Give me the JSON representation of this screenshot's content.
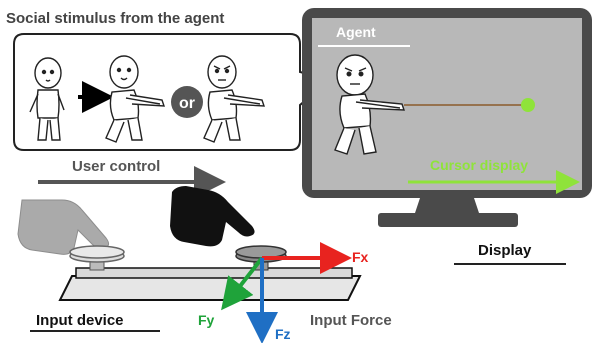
{
  "labels": {
    "social_title": "Social stimulus from the agent",
    "or": "or",
    "user_control": "User control",
    "agent": "Agent",
    "cursor_display": "Cursor display",
    "display": "Display",
    "input_device": "Input device",
    "input_force": "Input Force",
    "fx": "Fx",
    "fy": "Fy",
    "fz": "Fz"
  },
  "colors": {
    "monitor_frame": "#4a4a4a",
    "screen": "#b8b8b8",
    "cursor": "#8fe33a",
    "fx_arrow": "#e8231f",
    "fy_arrow": "#1fa33a",
    "fz_arrow": "#1f6fc4",
    "user_control_arrow": "#555555"
  },
  "icons": {
    "agent_neutral": "cartoon-agent-neutral",
    "agent_pulling_smile": "cartoon-agent-pulling-smile",
    "agent_pulling_angry": "cartoon-agent-pulling-angry",
    "hand_gray": "pointing-hand-gray",
    "hand_black": "pointing-hand-black"
  }
}
